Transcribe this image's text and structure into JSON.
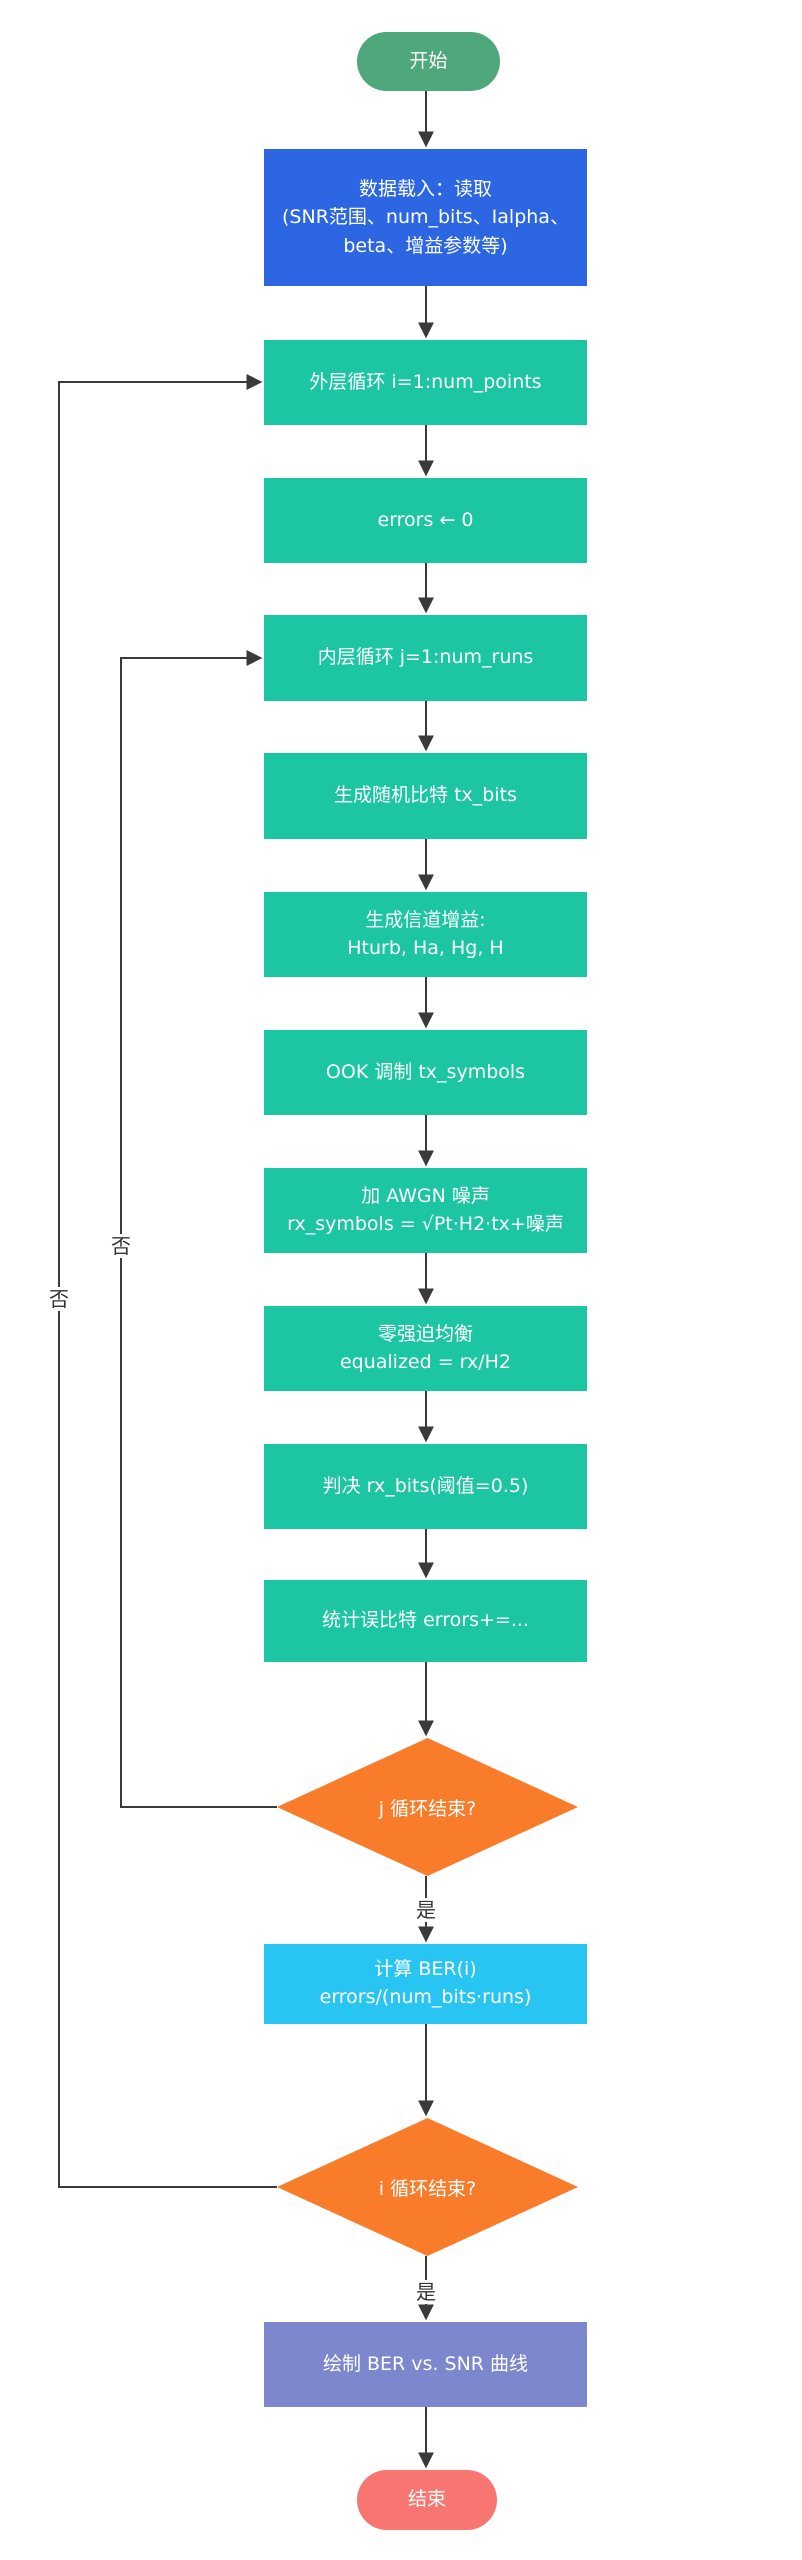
{
  "colors": {
    "background": "#ffffff",
    "start-green": "#4fa87c",
    "load-blue": "#2d66e2",
    "process-teal": "#1cc6a3",
    "decision-orange": "#f87c2a",
    "ber-cyan": "#29c5f2",
    "plot-purple": "#7c87ce",
    "end-salmon": "#f87671",
    "edge-line": "#3a3a3a",
    "edge-label-text": "#333333",
    "node-text": "#ffffff"
  },
  "nodes": {
    "start": {
      "label": "开始"
    },
    "data_load": {
      "lines": [
        "数据载入：读取",
        "(SNR范围、num_bits、Ialpha、",
        "beta、增益参数等)"
      ]
    },
    "outer_loop": {
      "label": "外层循环 i=1:num_points"
    },
    "errors_init": {
      "label": "errors ← 0"
    },
    "inner_loop": {
      "label": "内层循环 j=1:num_runs"
    },
    "gen_bits": {
      "label": "生成随机比特 tx_bits"
    },
    "gen_gain": {
      "lines": [
        "生成信道增益:",
        "Hturb, Ha, Hg, H"
      ]
    },
    "ook_mod": {
      "label": "OOK 调制 tx_symbols"
    },
    "awgn": {
      "lines": [
        "加 AWGN 噪声",
        "rx_symbols = √Pt·H2·tx+噪声"
      ]
    },
    "zf_eq": {
      "lines": [
        "零强迫均衡",
        "equalized = rx/H2"
      ]
    },
    "decision": {
      "label": "判决 rx_bits(阈值=0.5)"
    },
    "count_errors": {
      "label": "统计误比特 errors+=..."
    },
    "j_loop_end": {
      "label": "j 循环结束?"
    },
    "calc_ber": {
      "lines": [
        "计算 BER(i)",
        "errors/(num_bits·runs)"
      ]
    },
    "i_loop_end": {
      "label": "i 循环结束?"
    },
    "plot": {
      "label": "绘制 BER vs. SNR 曲线"
    },
    "end": {
      "label": "结束"
    }
  },
  "edge_labels": {
    "j_yes": "是",
    "j_no": "否",
    "i_yes": "是",
    "i_no": "否"
  }
}
